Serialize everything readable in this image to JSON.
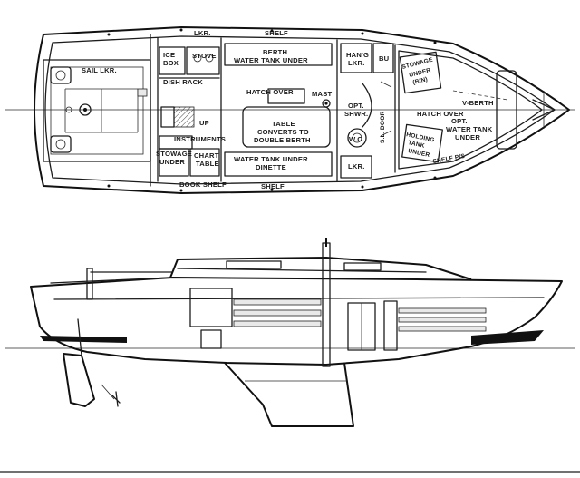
{
  "plan_labels": {
    "sail_lkr": "SAIL LKR.",
    "lkr_top": "LKR.",
    "shelf_top": "SHELF",
    "ice": "ICE",
    "box": "BOX",
    "stove": "STOVE",
    "berth": "BERTH",
    "water_tank_under_top": "WATER TANK UNDER",
    "hang_1": "HAN'G",
    "hang_2": "LKR.",
    "bu": "BU",
    "stowage_1": "STOWAGE",
    "stowage_2": "UNDER",
    "stowage_3": "(BIN)",
    "dish_rack": "DISH RACK",
    "hatch_over_main": "HATCH OVER",
    "mast": "MAST",
    "up": "UP",
    "opt_1": "OPT.",
    "opt_2": "SHWR.",
    "sl_door": "S.L. DOOR",
    "v_berth": "V-BERTH",
    "hatch_over_fwd": "HATCH OVER",
    "opt_water_1": "OPT.",
    "opt_water_2": "WATER TANK",
    "opt_water_3": "UNDER",
    "table_1": "TABLE",
    "table_2": "CONVERTS TO",
    "table_3": "DOUBLE BERTH",
    "instruments": "INSTRUMENTS",
    "wc": "W.C.",
    "holding_1": "HOLDING",
    "holding_2": "TANK",
    "holding_3": "UNDER",
    "stowage_low_1": "STOWAGE",
    "stowage_low_2": "UNDER",
    "chart_1": "CHART",
    "chart_2": "TABLE",
    "water_tank_dinette_1": "WATER TANK UNDER",
    "water_tank_dinette_2": "DINETTE",
    "lkr_low": "LKR.",
    "shelf_ps": "SHELF P/S",
    "book_shelf": "BOOK SHELF",
    "shelf_bottom": "SHELF"
  }
}
